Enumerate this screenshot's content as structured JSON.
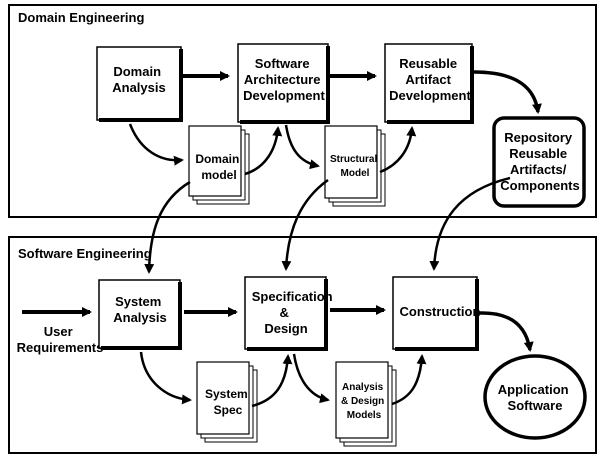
{
  "domain_panel": {
    "title": "Domain Engineering",
    "domain_analysis": [
      "Domain",
      "Analysis"
    ],
    "software_architecture": [
      "Software",
      "Architecture",
      "Development"
    ],
    "reusable_artifact": [
      "Reusable",
      "Artifact",
      "Development"
    ],
    "repository": [
      "Repository",
      "Reusable",
      "Artifacts/",
      "Components"
    ],
    "domain_model_doc": [
      "Domain",
      "model"
    ],
    "structural_model_doc": [
      "Structural",
      "Model"
    ]
  },
  "software_panel": {
    "title": "Software Engineering",
    "user_requirements": [
      "User",
      "Requirements"
    ],
    "system_analysis": [
      "System",
      "Analysis"
    ],
    "specification_design": [
      "Specification",
      "&",
      "Design"
    ],
    "construction": "Construction",
    "application_software": [
      "Application",
      "Software"
    ],
    "system_spec_doc": [
      "System",
      "Spec"
    ],
    "analysis_design_doc": [
      "Analysis",
      "& Design",
      "Models"
    ]
  }
}
